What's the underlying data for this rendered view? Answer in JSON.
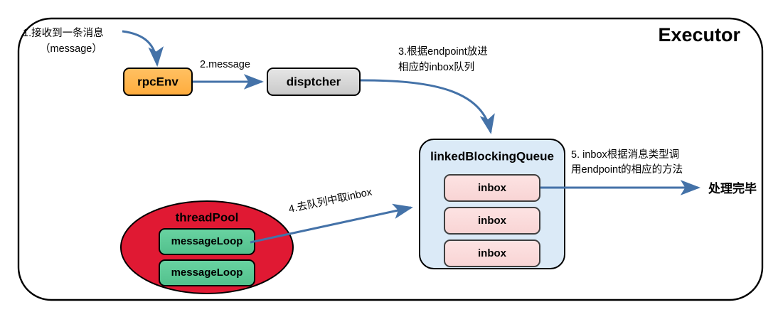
{
  "diagram": {
    "title": "Executor",
    "container_name": "executor-container",
    "colors": {
      "arrow": "#4472a8",
      "rpcenv_fill": "#ffb34d",
      "dispatcher_fill": "#d4d4d4",
      "queue_fill": "#dbeaf7",
      "inbox_fill": "#fbdcdc",
      "threadpool_fill": "#e01933",
      "messageloop_fill": "#5cc896",
      "border": "#000000"
    },
    "nodes": {
      "rpcenv": {
        "label": "rpcEnv"
      },
      "dispatcher": {
        "label": "disptcher"
      },
      "queue": {
        "label": "linkedBlockingQueue"
      },
      "inboxes": [
        {
          "label": "inbox"
        },
        {
          "label": "inbox"
        },
        {
          "label": "inbox"
        }
      ],
      "threadpool": {
        "label": "threadPool"
      },
      "messageloops": [
        {
          "label": "messageLoop"
        },
        {
          "label": "messageLoop"
        }
      ]
    },
    "annotations": {
      "step1": {
        "line1": "1.接收到一条消息",
        "line2": "（message）"
      },
      "step2": {
        "label": "2.message"
      },
      "step3": {
        "line1": "3.根据endpoint放进",
        "line2": "相应的inbox队列"
      },
      "step4": {
        "label": "4.去队列中取inbox"
      },
      "step5": {
        "line1": "5. inbox根据消息类型调",
        "line2": "用endpoint的相应的方法"
      },
      "done": {
        "label": "处理完毕"
      }
    }
  }
}
